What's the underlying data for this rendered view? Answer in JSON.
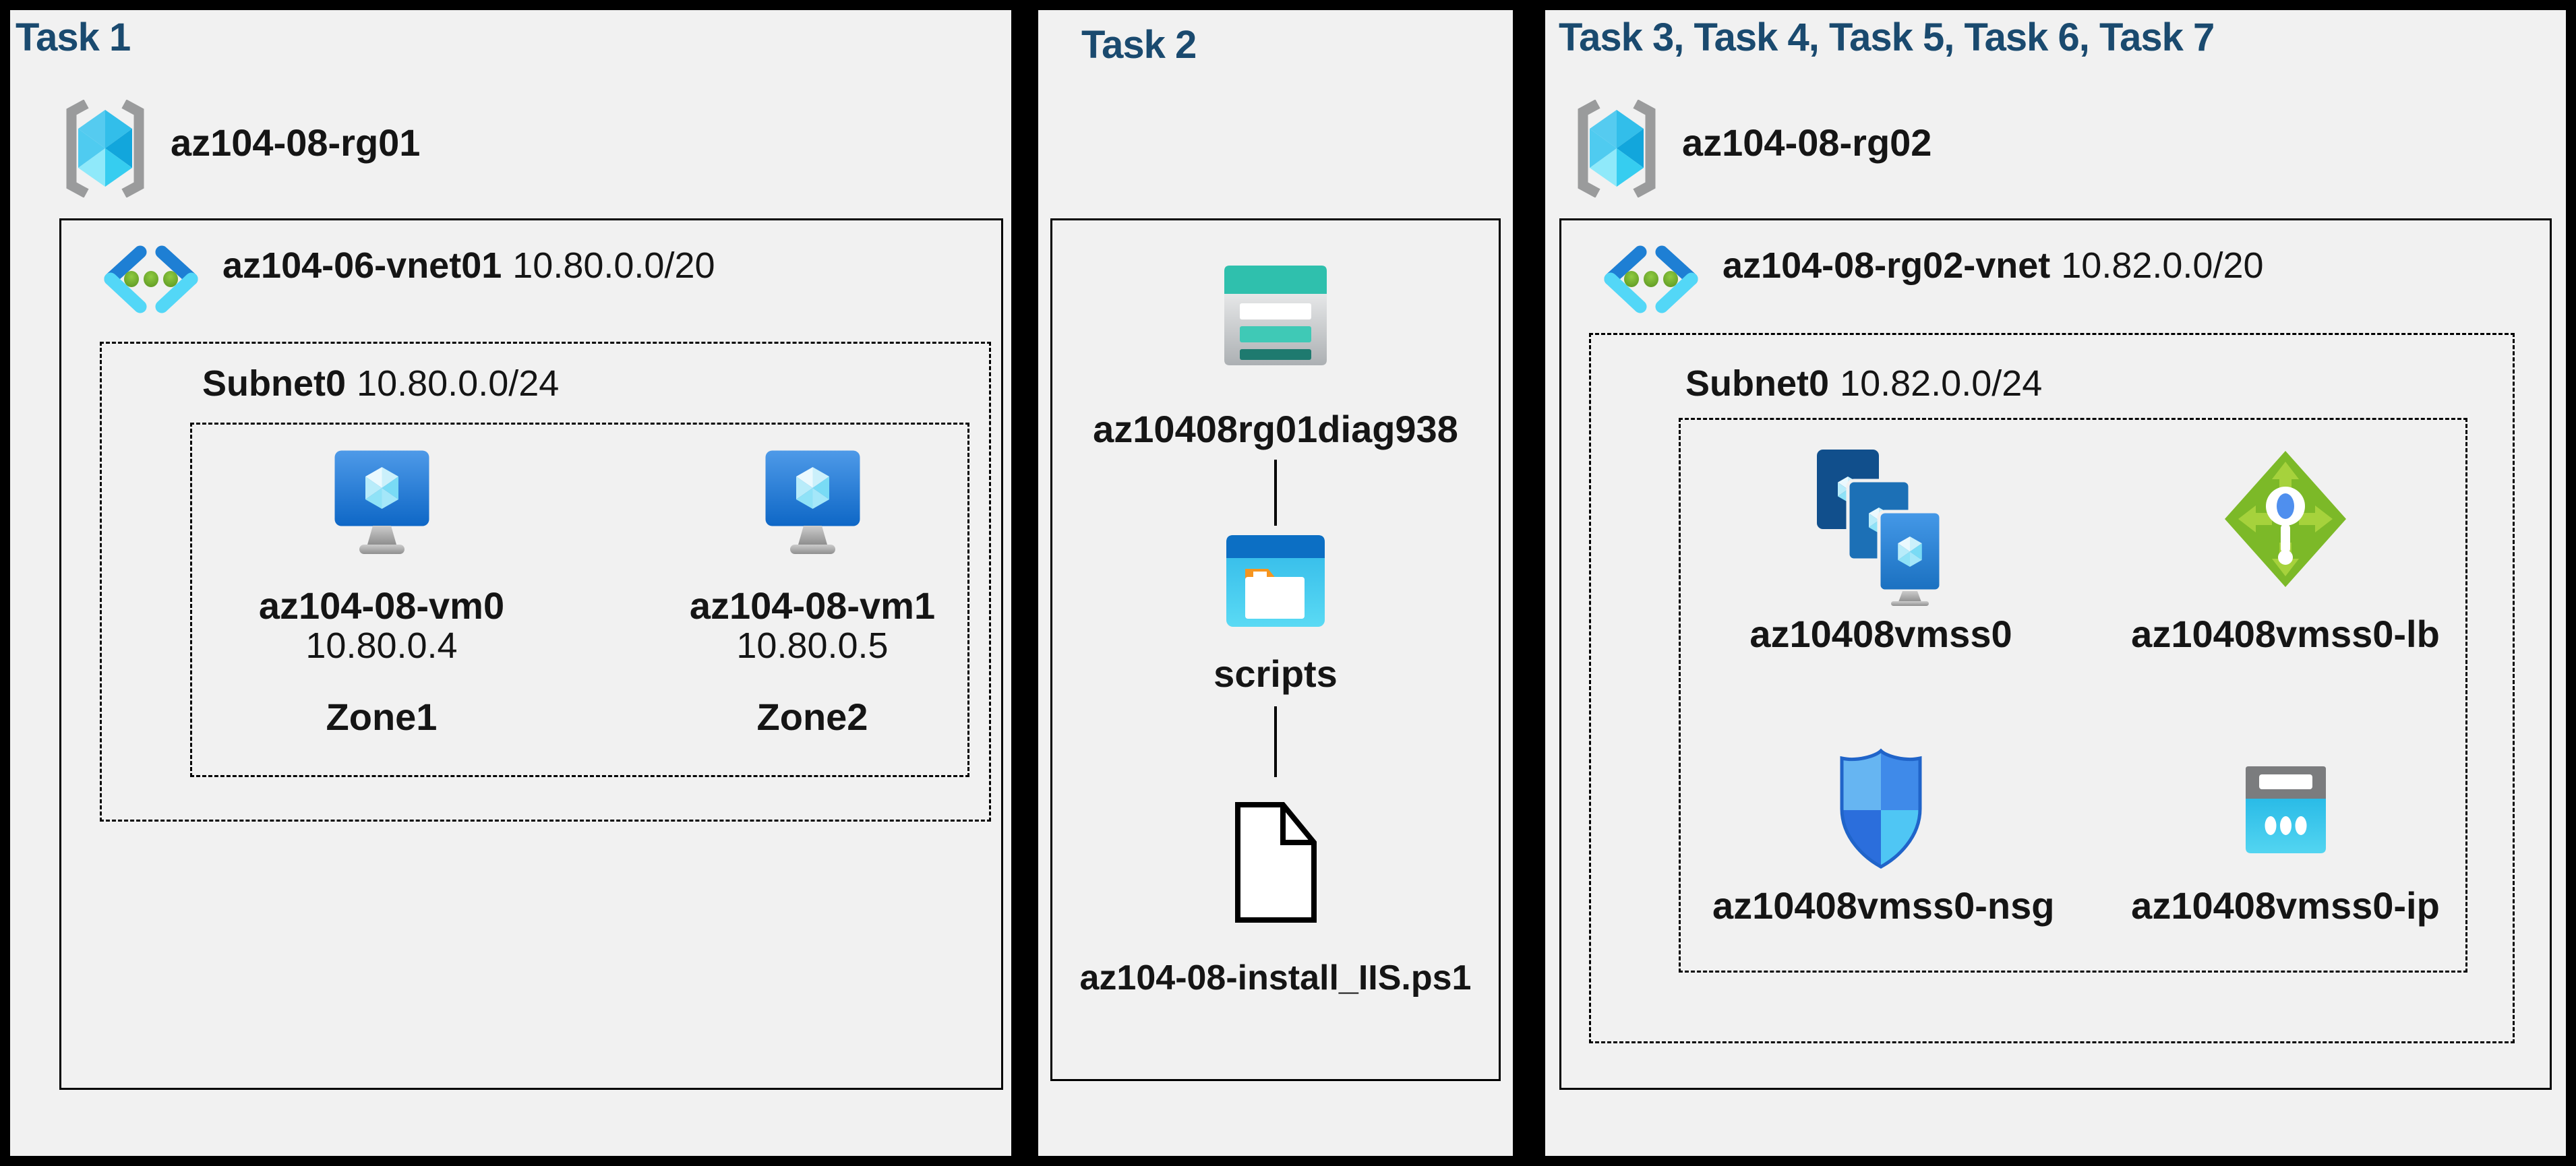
{
  "colors": {
    "frame_background": "#000000",
    "panel_background": "#F1F1F1",
    "task_title": "#1A4A6F",
    "label_text": "#151515",
    "vm_screen_blue": "#1269C7",
    "vnet_chevron_blue": "#1E7FD4",
    "vnet_chevron_cyan": "#53D7F7",
    "vnet_dot_green": "#6CAE2C",
    "rg_cube_cyan": "#3FC4EE",
    "rg_bracket_gray": "#9A9B9C",
    "load_balancer_green": "#7CB928",
    "nsg_shield_blue": "#3F8AE9",
    "public_ip_cyan": "#3BC9EE",
    "storage_teal": "#2FC0AD",
    "container_folder_orange": "#F6951F",
    "document_outline": "#000000"
  },
  "icons": {
    "resource_group": "resource-group-icon",
    "virtual_network": "virtual-network-icon",
    "virtual_machine": "vm-icon",
    "vm_scale_set": "vmss-icon",
    "load_balancer": "load-balancer-icon",
    "network_security_group": "nsg-icon",
    "public_ip": "public-ip-icon",
    "storage_account": "storage-account-icon",
    "blob_container": "blob-container-icon",
    "script_file": "ps1-file-icon"
  },
  "panels": [
    {
      "title": "Task 1",
      "resource_group": {
        "name": "az104-08-rg01"
      },
      "vnet": {
        "name": "az104-06-vnet01",
        "cidr": "10.80.0.0/20"
      },
      "subnet": {
        "name": "Subnet0",
        "cidr": "10.80.0.0/24"
      },
      "vms": [
        {
          "name": "az104-08-vm0",
          "ip": "10.80.0.4",
          "zone": "Zone1"
        },
        {
          "name": "az104-08-vm1",
          "ip": "10.80.0.5",
          "zone": "Zone2"
        }
      ]
    },
    {
      "title": "Task 2",
      "storage_account": "az10408rg01diag938",
      "container": "scripts",
      "file": "az104-08-install_IIS.ps1"
    },
    {
      "title": "Task 3, Task 4, Task 5, Task 6, Task 7",
      "resource_group": {
        "name": "az104-08-rg02"
      },
      "vnet": {
        "name": "az104-08-rg02-vnet",
        "cidr": "10.82.0.0/20"
      },
      "subnet": {
        "name": "Subnet0",
        "cidr": "10.82.0.0/24"
      },
      "resources": [
        {
          "name": "az10408vmss0",
          "type": "vm-scale-set"
        },
        {
          "name": "az10408vmss0-lb",
          "type": "load-balancer"
        },
        {
          "name": "az10408vmss0-nsg",
          "type": "network-security-group"
        },
        {
          "name": "az10408vmss0-ip",
          "type": "public-ip"
        }
      ]
    }
  ]
}
